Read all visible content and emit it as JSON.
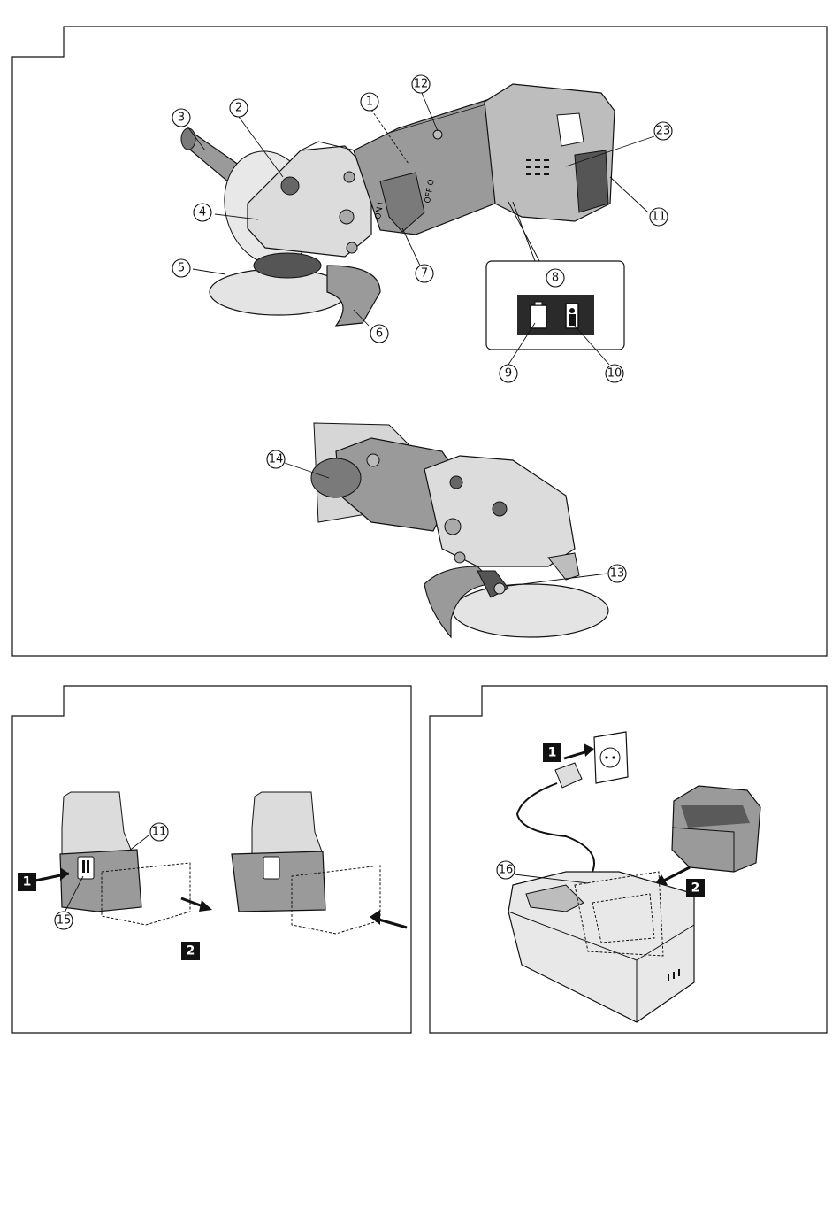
{
  "figures": [
    {
      "label": "",
      "part": "grinder-overview"
    },
    {
      "label": "",
      "part": "battery-removal"
    },
    {
      "label": "",
      "part": "charging"
    }
  ],
  "callouts": {
    "c1": "1",
    "c2": "2",
    "c3": "3",
    "c4": "4",
    "c5": "5",
    "c6": "6",
    "c7": "7",
    "c8": "8",
    "c9": "9",
    "c10": "10",
    "c11": "11",
    "c12": "12",
    "c13": "13",
    "c14": "14",
    "c15": "15",
    "c16": "16",
    "c23": "23"
  },
  "steps": {
    "s1": "1",
    "s2": "2"
  },
  "labels": {
    "on": "ON I",
    "off": "OFF O"
  },
  "colors": {
    "line": "#111111",
    "tool_gray": "#9a9a9a",
    "light_gray": "#d6d6d6",
    "dark": "#2a2a2a"
  }
}
